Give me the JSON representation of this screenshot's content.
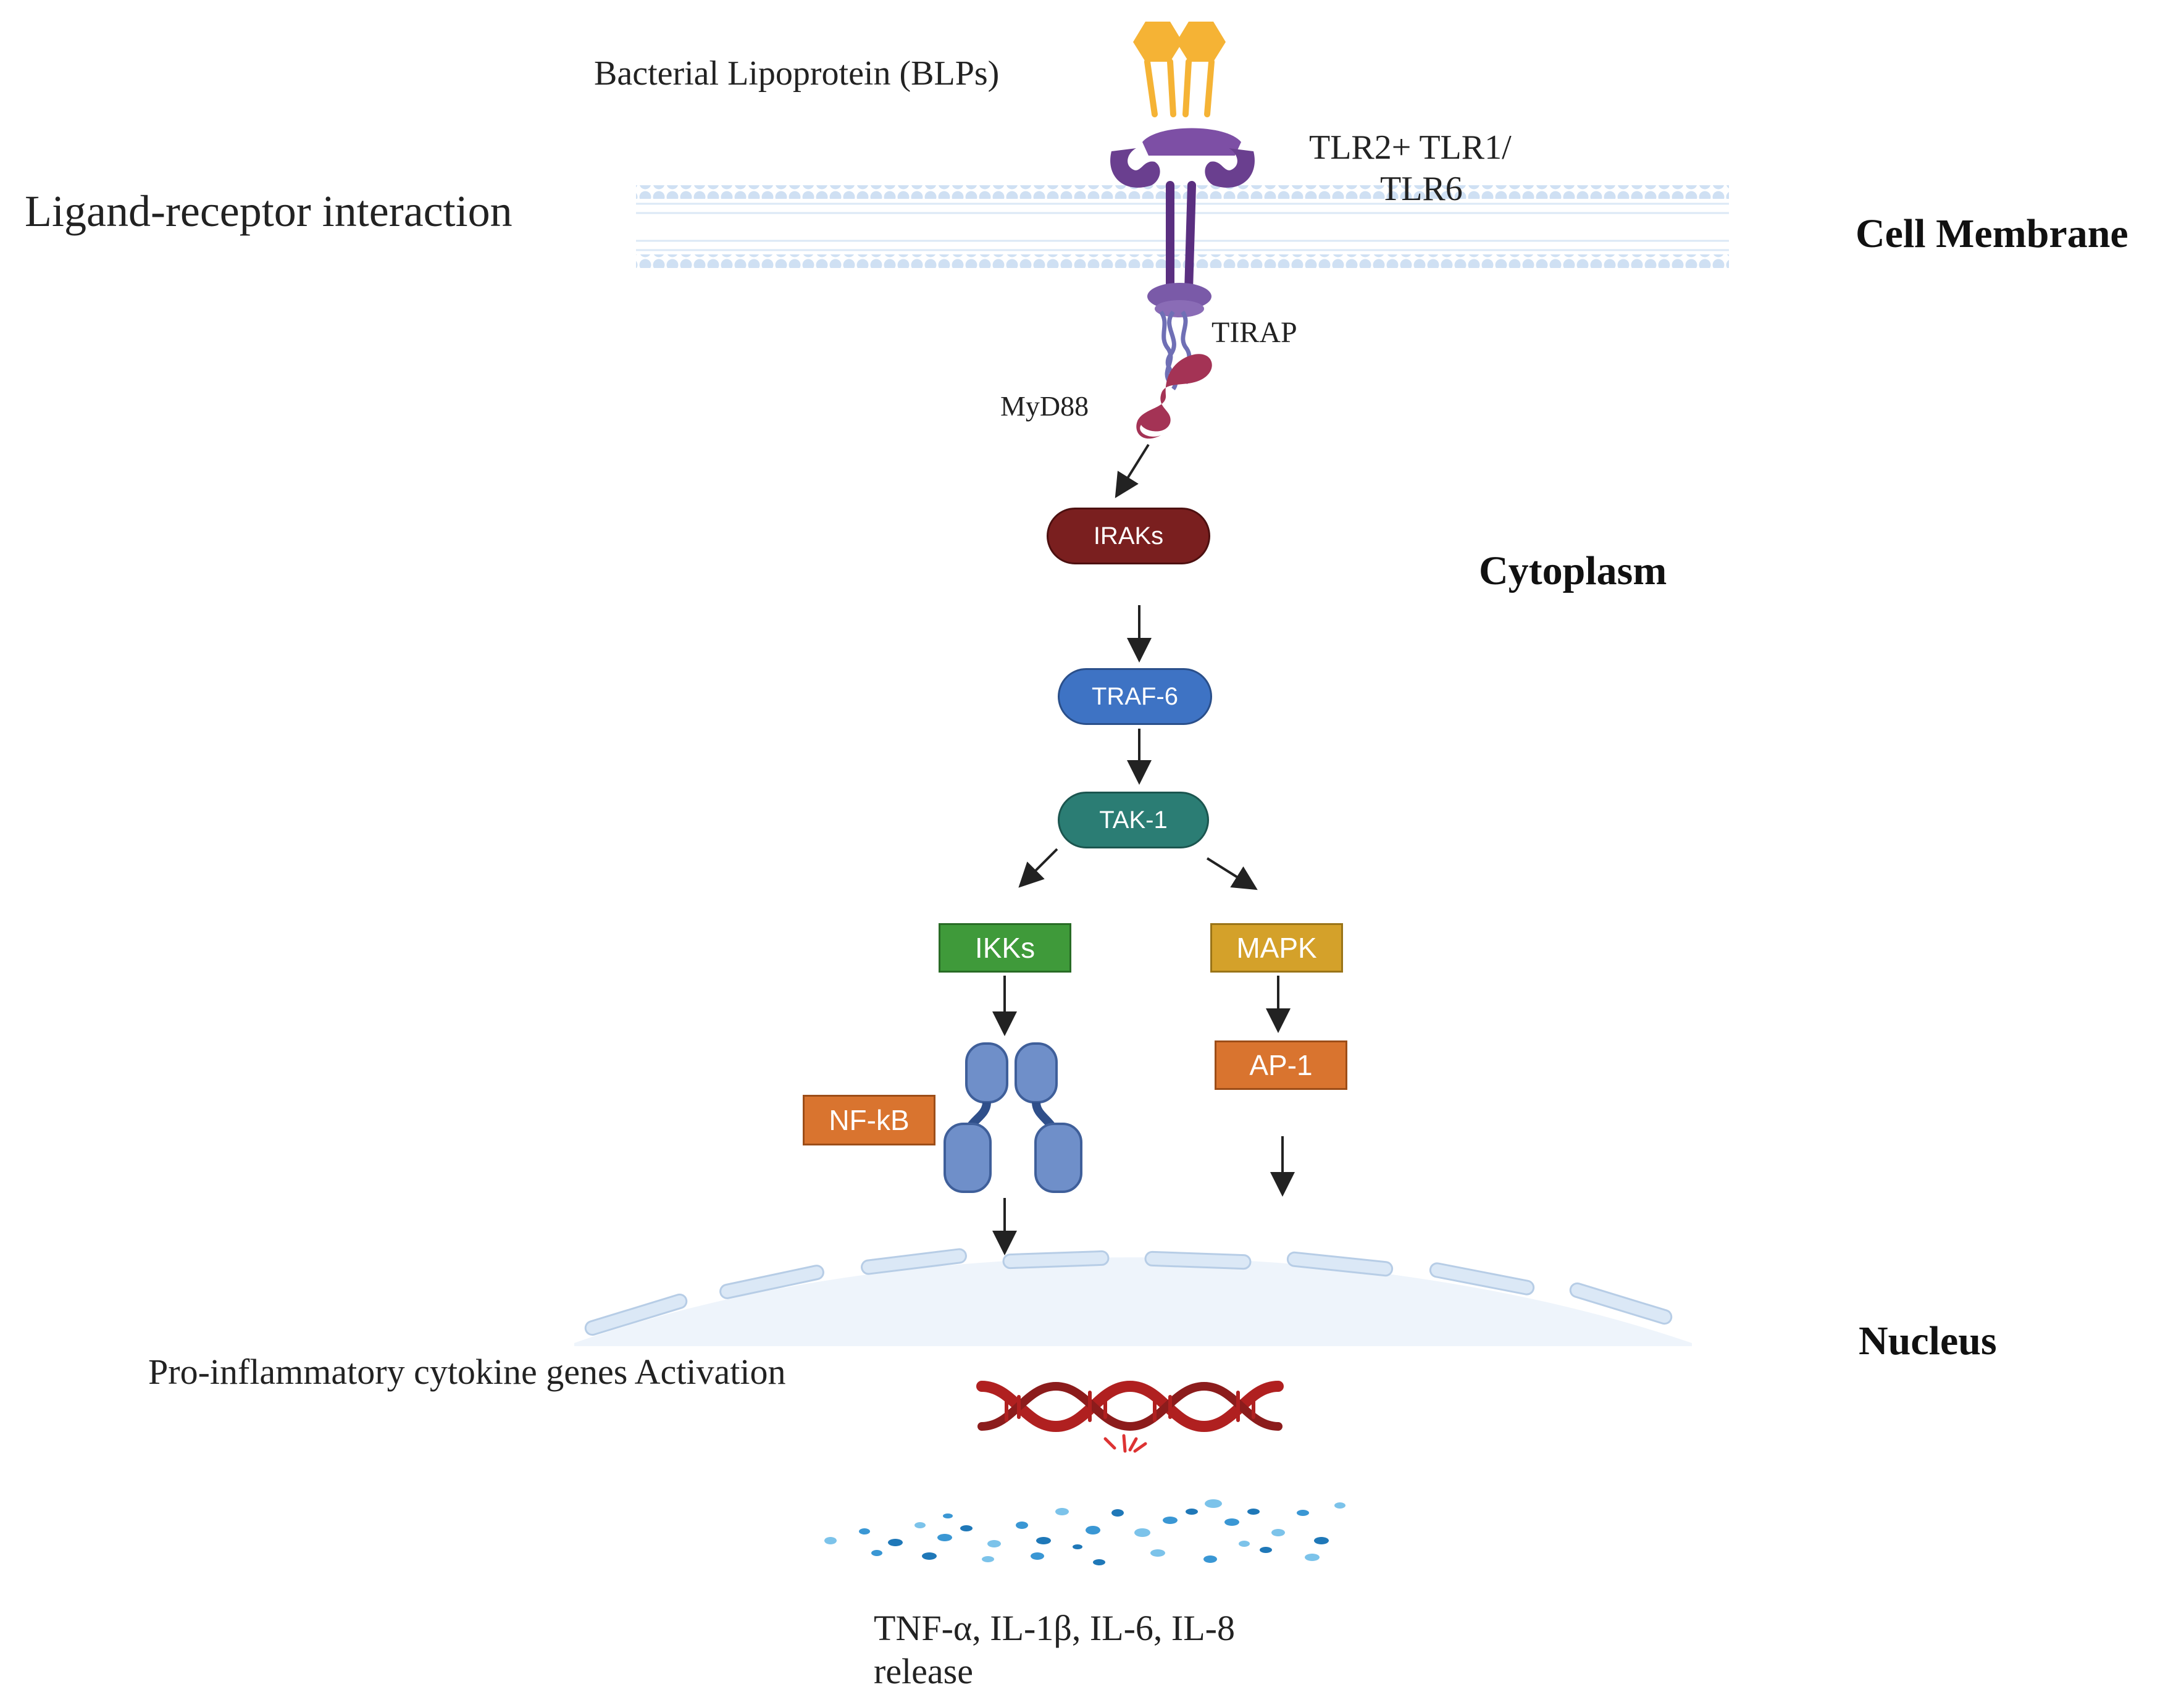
{
  "title": "",
  "labels": {
    "blps": "Bacterial Lipoprotein (BLPs)",
    "ligand_receptor": "Ligand-receptor interaction",
    "tlr_line1": "TLR2+ TLR1/",
    "tlr_line2": "TLR6",
    "cell_membrane": "Cell Membrane",
    "tirap": "TIRAP",
    "myd88": "MyD88",
    "cytoplasm": "Cytoplasm",
    "nucleus": "Nucleus",
    "pro_inflammatory": "Pro-inflammatory cytokine genes Activation",
    "cytokines_line1": "TNF-α, IL-1β, IL-6, IL-8",
    "cytokines_line2": "release"
  },
  "nodes": {
    "iraks": "IRAKs",
    "traf6": "TRAF-6",
    "tak1": "TAK-1",
    "ikks": "IKKs",
    "mapk": "MAPK",
    "ap1": "AP-1",
    "nfkb": "NF-kB"
  },
  "colors": {
    "ligand": "#f5b335",
    "receptor": "#6a3f8f",
    "membrane": "#cfe0f3",
    "myd88": "#a43355",
    "iraks": "#7a1f1f",
    "traf6": "#3e73c4",
    "tak1": "#2b7d74",
    "ikks": "#3f9a3a",
    "mapk": "#d4a12a",
    "ap1": "#d9742f",
    "nfkb": "#d9742f",
    "nfkb_dimer": "#6f8fc9",
    "dna": "#b02020",
    "cytokine_dots": "#3a97d4"
  }
}
